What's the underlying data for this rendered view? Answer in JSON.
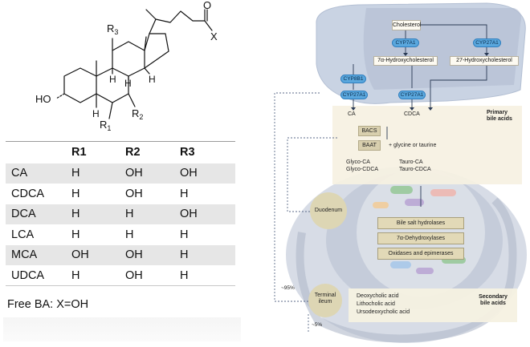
{
  "structure": {
    "substituents": {
      "r3": "R",
      "r3_sub": "3",
      "r2": "R",
      "r2_sub": "2",
      "r1": "R",
      "r1_sub": "1",
      "x": "X",
      "o": "O",
      "ho": "HO"
    },
    "hydrogens": {
      "h1": "H",
      "h2": "H",
      "h3": "H",
      "h4": "H"
    }
  },
  "table": {
    "headers": [
      "",
      "R1",
      "R2",
      "R3"
    ],
    "rows": [
      [
        "CA",
        "H",
        "OH",
        "OH"
      ],
      [
        "CDCA",
        "H",
        "OH",
        "H"
      ],
      [
        "DCA",
        "H",
        "H",
        "OH"
      ],
      [
        "LCA",
        "H",
        "H",
        "H"
      ],
      [
        "MCA",
        "OH",
        "OH",
        "H"
      ],
      [
        "UDCA",
        "H",
        "OH",
        "H"
      ]
    ]
  },
  "note": "Free BA: X=OH",
  "pathway": {
    "cholesterol": "Cholesterol",
    "cyp7a1": "CYP7A1",
    "cyp27a1_top": "CYP27A1",
    "hydroxy7": "7α-Hydroxycholesterol",
    "hydroxy27": "27-Hydroxycholesterol",
    "cyp8b1": "CYP8B1",
    "cyp27a1_left": "CYP27A1",
    "cyp27a1_mid": "CYP27A1",
    "ca": "CA",
    "cdca": "CDCA",
    "primary": "Primary bile acids",
    "bacs": "BACS",
    "baat": "BAAT",
    "conjugation": "+ glycine or taurine",
    "glyco_ca": "Glyco-CA",
    "glyco_cdca": "Glyco-CDCA",
    "tauro_ca": "Tauro-CA",
    "tauro_cdca": "Tauro-CDCA",
    "duodenum": "Duodenum",
    "bsh": "Bile salt hydrolases",
    "dehydroxylases": "7α-Dehydroxylases",
    "oxidases": "Oxidases and epimerases",
    "pct95": "~95%",
    "terminal_ileum": "Terminal ileum",
    "deoxycholic": "Deoxycholic acid",
    "lithocholic": "Lithocholic acid",
    "ursodeoxycholic": "Ursodeoxycholic acid",
    "secondary": "Secondary bile acids",
    "pct5": "~5%"
  }
}
